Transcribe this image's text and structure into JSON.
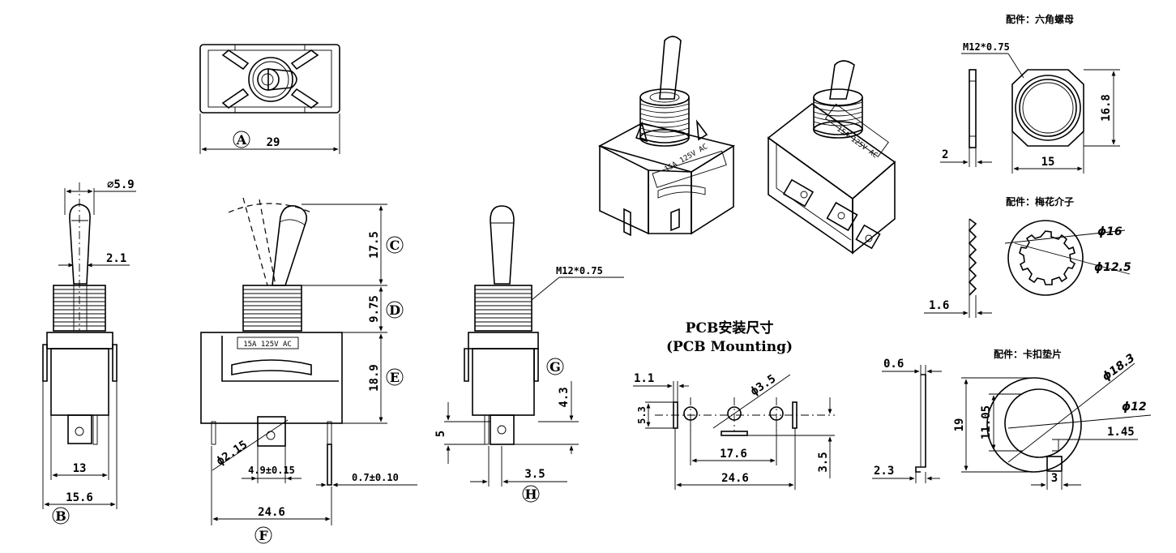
{
  "top_view": {
    "width": "29",
    "marker": "A"
  },
  "front_view": {
    "diameter": "⌀5.9",
    "slot": "2.1",
    "width_13": "13",
    "width_15_6": "15.6",
    "marker": "B"
  },
  "side_view": {
    "dim_17_5": "17.5",
    "dim_9_75": "9.75",
    "dim_18_9": "18.9",
    "marker_c": "C",
    "marker_d": "D",
    "marker_e": "E",
    "rating": "15A 125V AC",
    "hole": "ϕ2.15",
    "pin": "4.9±0.15",
    "thickness": "0.7±0.10",
    "span": "24.6",
    "marker_f": "F"
  },
  "right_view": {
    "thread": "M12*0.75",
    "dim_4_3": "4.3",
    "dim_5": "5",
    "dim_3_5": "3.5",
    "marker_g": "G",
    "marker_h": "H"
  },
  "iso_views": {
    "rating_a": "15A 125V AC",
    "rating_b": "15A 125V AC"
  },
  "pcb": {
    "title_cn": "PCB安装尺寸",
    "title_en": "(PCB Mounting)",
    "d1_1": "1.1",
    "d5_3": "5.3",
    "d3_5_hole": "ϕ3.5",
    "d17_6": "17.6",
    "d24_6": "24.6",
    "d3_5": "3.5"
  },
  "hex_nut": {
    "title": "配件：六角螺母",
    "thread": "M12*0.75",
    "height": "16.8",
    "thickness": "2",
    "width": "15"
  },
  "lock_washer": {
    "title": "配件：梅花介子",
    "outer": "ϕ16",
    "inner": "ϕ12.5",
    "thickness": "1.6"
  },
  "clip_washer": {
    "title": "配件：卡扣垫片",
    "thickness": "0.6",
    "outer": "ϕ18.3",
    "inner": "ϕ12",
    "height": "19",
    "inner_h": "11.05",
    "tab_offset": "1.45",
    "tab_len": "2.3",
    "tab_width": "3"
  }
}
